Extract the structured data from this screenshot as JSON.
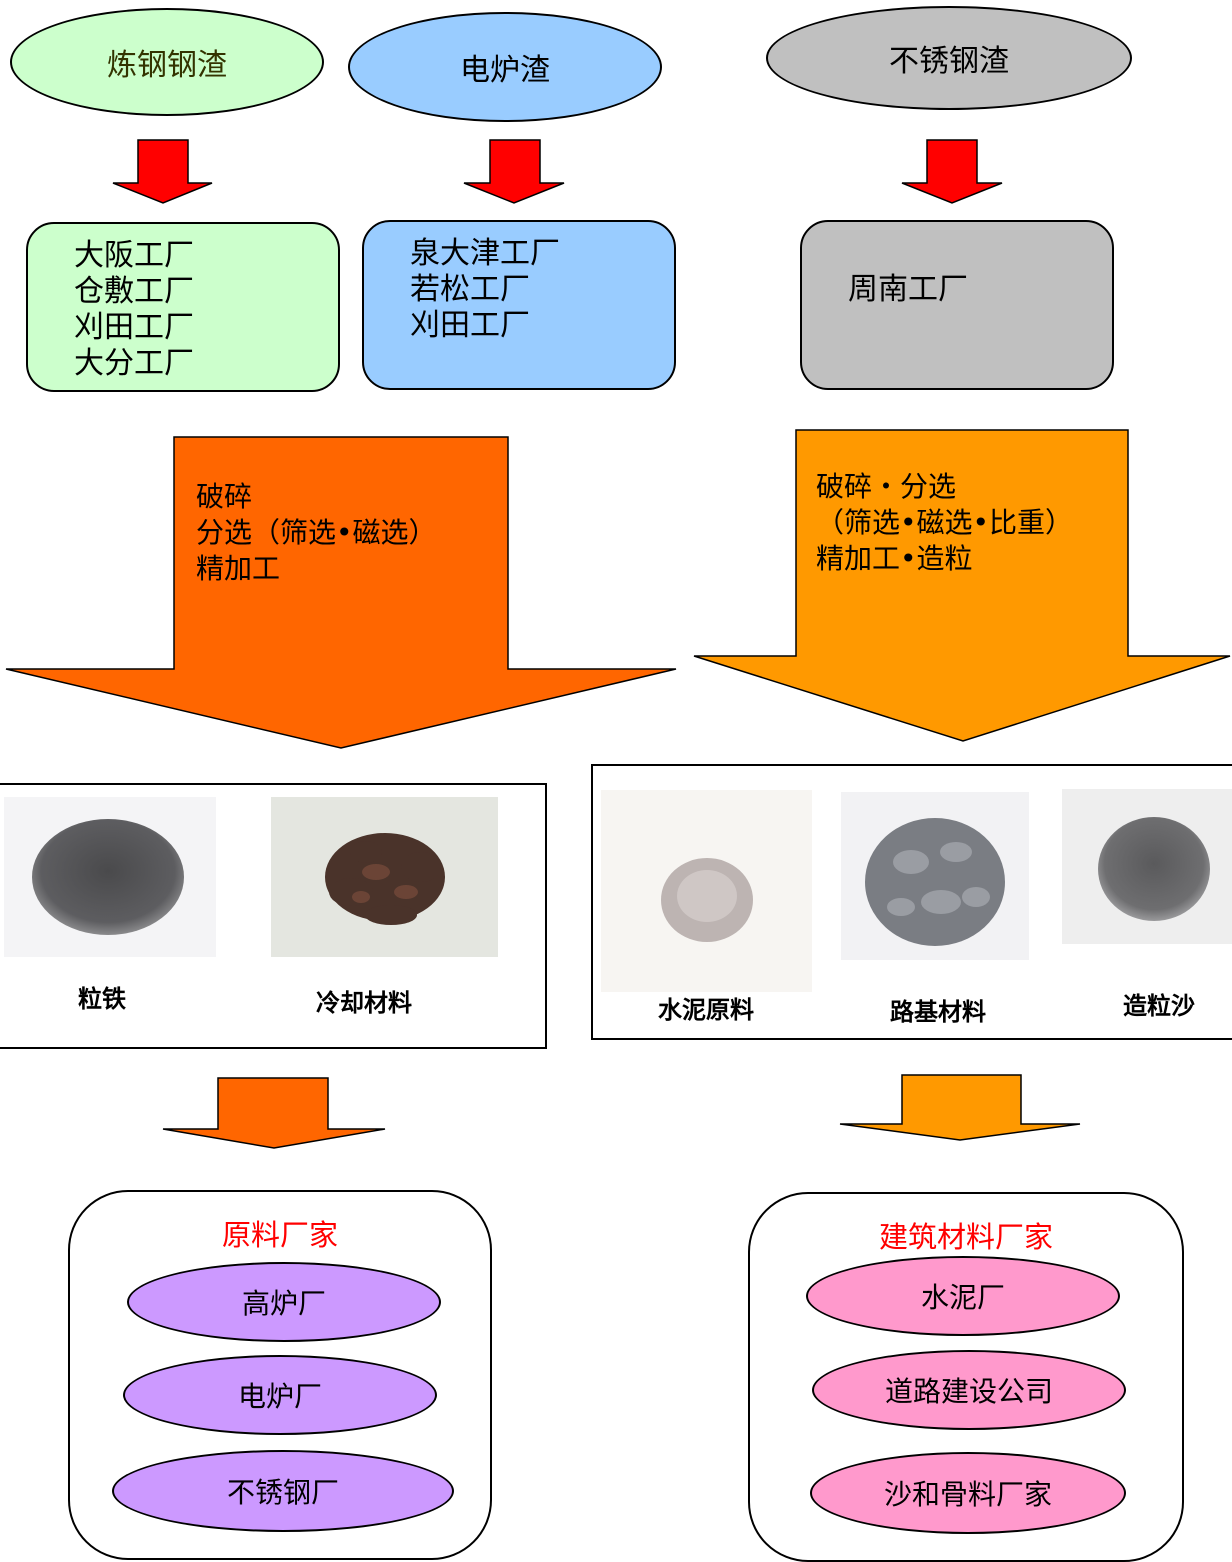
{
  "sources": [
    {
      "label": "炼钢钢渣",
      "color": "#ccffcc",
      "text_color": "#333300"
    },
    {
      "label": "电炉渣",
      "color": "#99ccff",
      "text_color": "#000000"
    },
    {
      "label": "不锈钢渣",
      "color": "#c0c0c0",
      "text_color": "#000000"
    }
  ],
  "plants": [
    {
      "color": "#ccffcc",
      "lines": [
        "大阪工厂",
        "仓敷工厂",
        "刈田工厂",
        "大分工厂"
      ]
    },
    {
      "color": "#99ccff",
      "lines": [
        "泉大津工厂",
        "若松工厂",
        "刈田工厂"
      ]
    },
    {
      "color": "#c0c0c0",
      "lines": [
        "周南工厂"
      ]
    }
  ],
  "processes": [
    {
      "color": "#ff6600",
      "lines": [
        "破碎",
        "分选（筛选•磁选）",
        "精加工"
      ]
    },
    {
      "color": "#ff9900",
      "lines": [
        "破碎・分选",
        "（筛选•磁选•比重）",
        "精加工•造粒"
      ]
    }
  ],
  "products_left": [
    "粒铁",
    "冷却材料"
  ],
  "products_right": [
    "水泥原料",
    "路基材料",
    "造粒沙"
  ],
  "destinations": [
    {
      "title": "原料厂家",
      "pill_color": "#cc99ff",
      "items": [
        "高炉厂",
        "电炉厂",
        "不锈钢厂"
      ]
    },
    {
      "title": "建筑材料厂家",
      "pill_color": "#ff99cc",
      "items": [
        "水泥厂",
        "道路建设公司",
        "沙和骨料厂家"
      ]
    }
  ],
  "arrow_red": "#ff0000"
}
